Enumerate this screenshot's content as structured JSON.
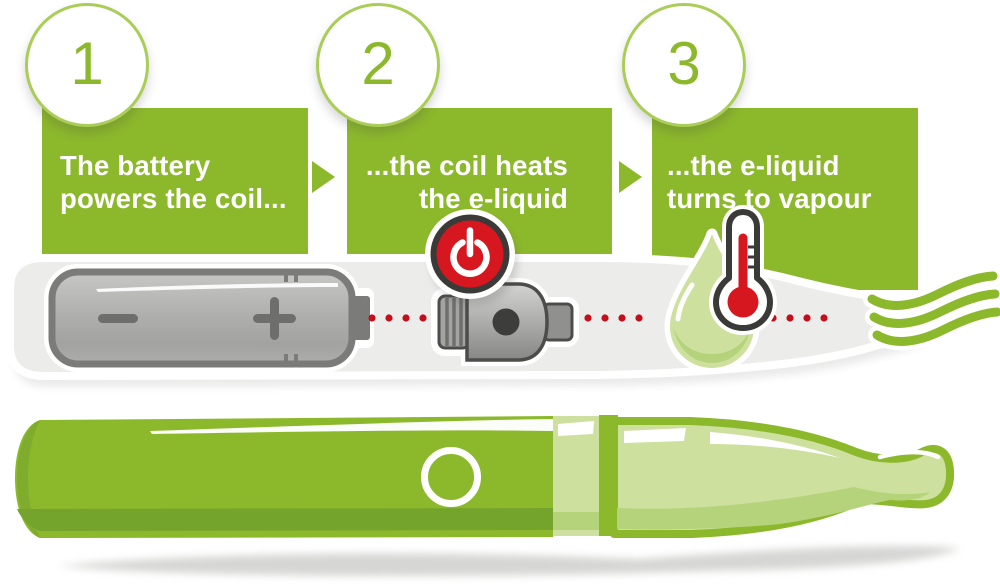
{
  "steps": [
    {
      "number": "1",
      "text_line1": "The battery",
      "text_line2": "powers the coil..."
    },
    {
      "number": "2",
      "text_line1": "...the coil heats",
      "text_line2": "the e-liquid"
    },
    {
      "number": "3",
      "text_line1": "...the e-liquid",
      "text_line2": "turns to vapour"
    }
  ],
  "illustration": {
    "icon_names": [
      "battery-icon",
      "power-button-icon",
      "coil-icon",
      "e-liquid-drop-icon",
      "thermometer-icon",
      "vapour-icon",
      "e-cigarette-device"
    ],
    "battery_icon": {
      "negative_terminal_symbol": "−",
      "positive_terminal_symbol": "+"
    }
  },
  "colors": {
    "green": "#8cb82c",
    "circle_border_green": "#a9cd57",
    "pale_green": "#cde09d",
    "pale_green_shade": "#b5d37b",
    "dark_green_stripe": "#74a42c",
    "red": "#d7171f",
    "dot_red": "#c40e1c",
    "charcoal": "#3a3a38",
    "tube_gray": "#ececea",
    "battery_gray": "#b0b0ae",
    "battery_border_gray": "#7b7b79",
    "text_white": "#ffffff",
    "shadow_gray": "#cfcfcd"
  }
}
